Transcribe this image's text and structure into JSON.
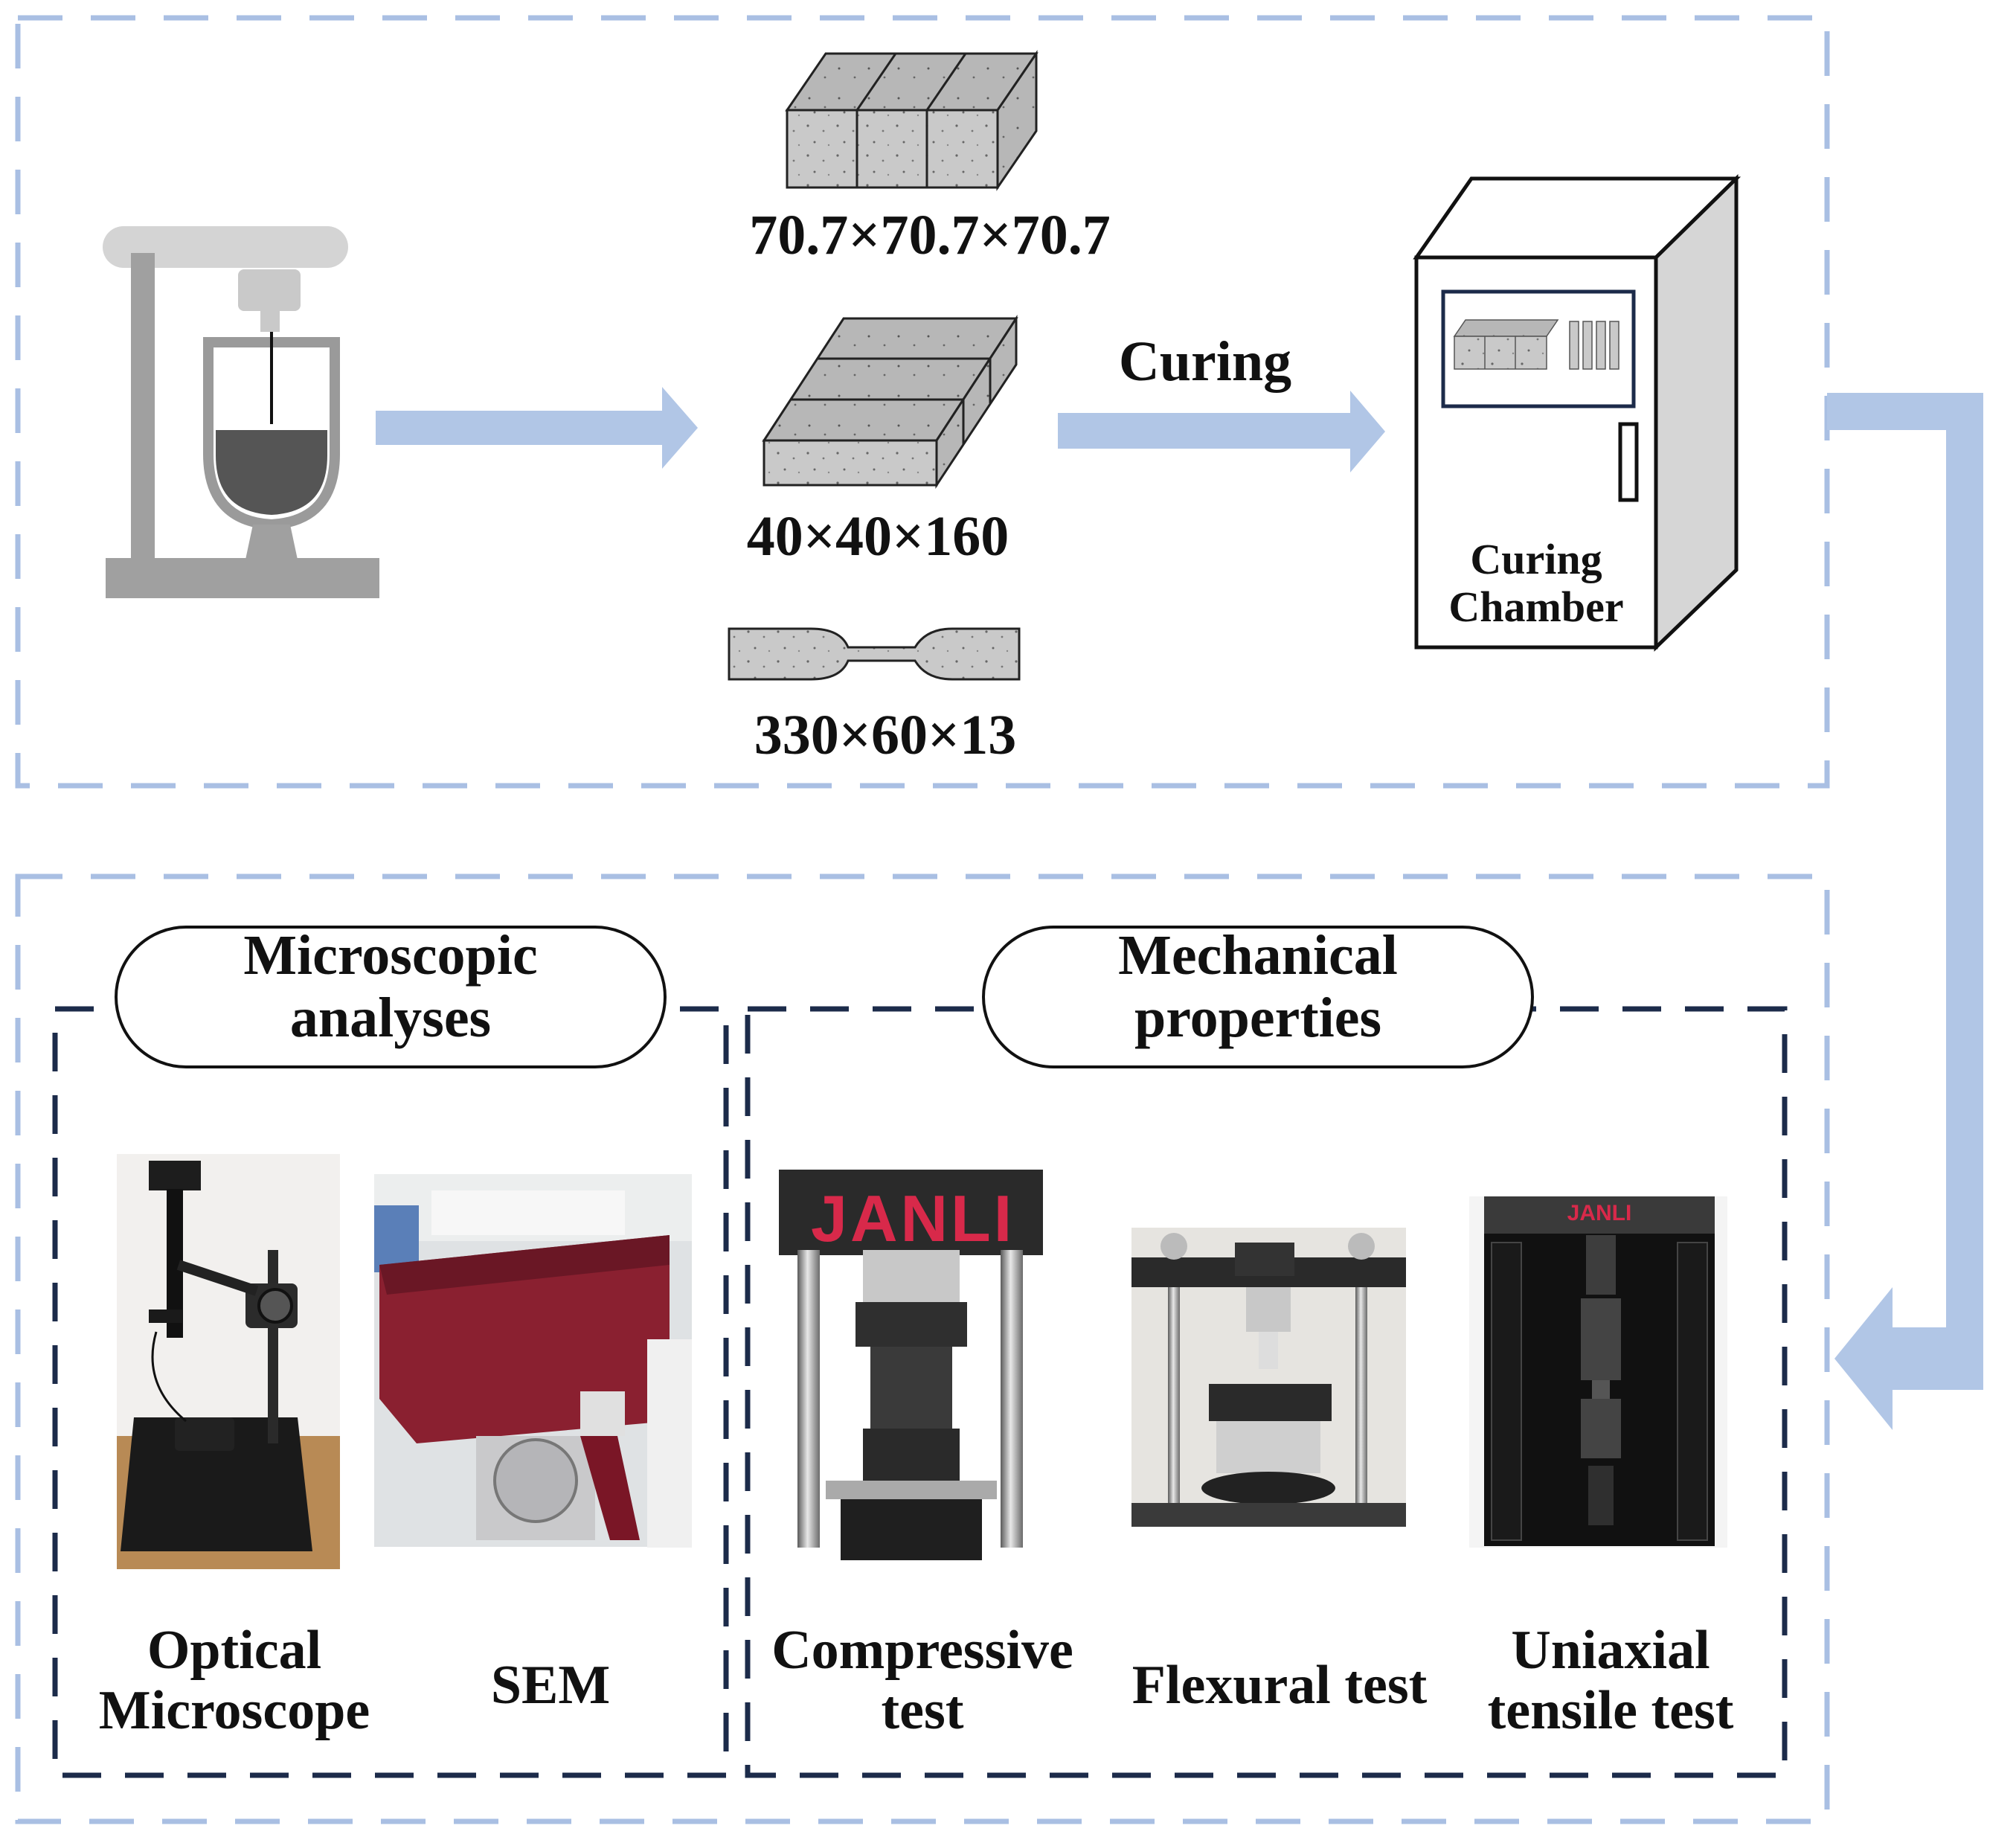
{
  "specimens": {
    "cube": "70.7×70.7×70.7",
    "prism": "40×40×160",
    "dogbone": "330×60×13"
  },
  "arrows": {
    "curing_label": "Curing"
  },
  "chamber": {
    "line1": "Curing",
    "line2": "Chamber"
  },
  "groups": {
    "microscopic": {
      "line1": "Microscopic",
      "line2": "analyses"
    },
    "mechanical": {
      "line1": "Mechanical",
      "line2": "properties"
    }
  },
  "photos": {
    "optical": {
      "line1": "Optical",
      "line2": "Microscope"
    },
    "sem": {
      "line1": "SEM"
    },
    "compressive": {
      "line1": "Compressive",
      "line2": "test"
    },
    "flexural": {
      "line1": "Flexural test"
    },
    "uniaxial": {
      "line1": "Uniaxial",
      "line2": "tensile test",
      "brand": "JANLI"
    },
    "press_brand": "JANLI"
  },
  "colors": {
    "outer_dash": "#a9bfe3",
    "arrow": "#b1c6e6",
    "inner_dash": "#1c2b4a",
    "specimen_fill": "#c9c9c9",
    "mixer_gray": "#a0a0a0",
    "brand_red": "#d8294a"
  }
}
